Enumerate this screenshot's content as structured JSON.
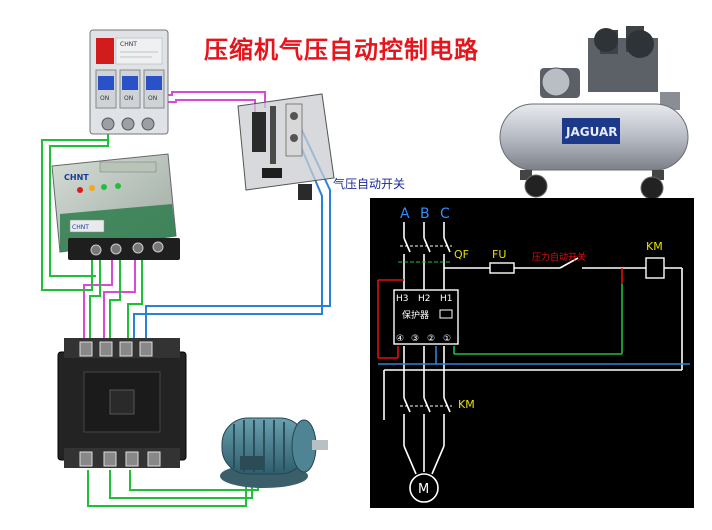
{
  "title": "压缩机气压自动控制电路",
  "pressure_switch_label": "气压自动开关",
  "breaker": {
    "brand": "CHNT",
    "poles": [
      "ON",
      "ON",
      "ON"
    ]
  },
  "protector": {
    "brand": "CHNT"
  },
  "compressor": {
    "brand": "JAGUAR"
  },
  "schematic": {
    "phases": [
      "A",
      "B",
      "C"
    ],
    "qf": "QF",
    "fu": "FU",
    "pressure_switch": "压力自动开关",
    "km_coil": "KM",
    "km_contacts": "KM",
    "protector_terminals": [
      "H3",
      "H2",
      "H1"
    ],
    "protector_name": "保护器",
    "protector_numbers": [
      "④",
      "③",
      "②",
      "①"
    ],
    "motor": "M"
  },
  "colors": {
    "title": "#e8141b",
    "wire_green": "#1fbf3a",
    "wire_magenta": "#d84ad8",
    "wire_blue": "#2a82d8",
    "schematic_bg": "#000000",
    "schematic_red": "#e01010"
  }
}
